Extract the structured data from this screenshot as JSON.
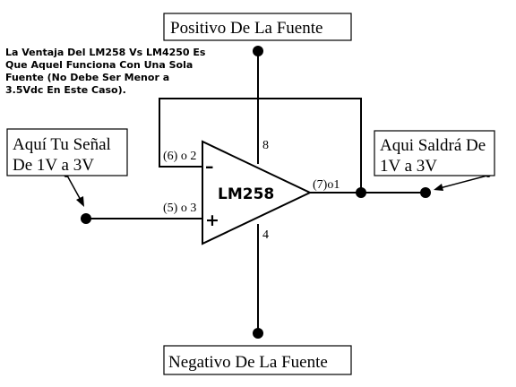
{
  "note": {
    "lines": [
      "La Ventaja Del LM258 Vs LM4250 Es",
      "Que Aquel Funciona Con Una Sola",
      "Fuente (No Debe Ser Menor a",
      "3.5Vdc En Este Caso)."
    ]
  },
  "supply": {
    "positive": "Positivo De La Fuente",
    "negative": "Negativo De La Fuente"
  },
  "input_box": {
    "lines": [
      "Aquí Tu Señal",
      "De 1V a 3V"
    ]
  },
  "output_box": {
    "lines": [
      "Aqui Saldrá De",
      "1V a 3V"
    ]
  },
  "opamp": {
    "name": "LM258",
    "inverting_sign": "–",
    "noninverting_sign": "+",
    "pins": {
      "inverting": "(6) o 2",
      "noninverting": "(5) o 3",
      "output": "(7)o1",
      "vplus": "8",
      "vminus": "4"
    }
  },
  "colors": {
    "ink": "#000000",
    "background": "#ffffff"
  }
}
